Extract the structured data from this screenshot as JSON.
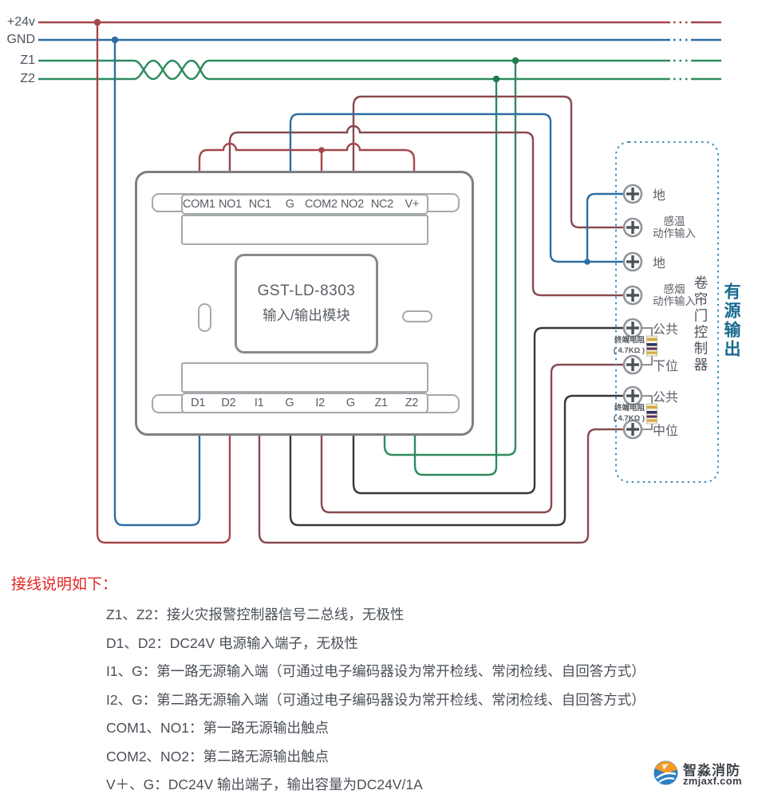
{
  "bus": {
    "labels": [
      "+24v",
      "GND",
      "Z1",
      "Z2"
    ]
  },
  "module": {
    "title_line1": "GST-LD-8303",
    "title_line2": "输入/输出模块",
    "top_terminals": [
      "COM1",
      "NO1",
      "NC1",
      "G",
      "COM2",
      "NO2",
      "NC2",
      "V+"
    ],
    "bottom_terminals": [
      "D1",
      "D2",
      "I1",
      "G",
      "I2",
      "G",
      "Z1",
      "Z2"
    ]
  },
  "controller": {
    "title": "卷帘门控制器",
    "terminals": [
      {
        "lines": [
          "地"
        ]
      },
      {
        "lines": [
          "感温",
          "动作输入"
        ]
      },
      {
        "lines": [
          "地"
        ]
      },
      {
        "lines": [
          "感烟",
          "动作输入"
        ]
      },
      {
        "lines": [
          "公共"
        ]
      },
      {
        "lines": [
          "下位"
        ]
      },
      {
        "lines": [
          "公共"
        ]
      },
      {
        "lines": [
          "中位"
        ]
      }
    ],
    "resistor": {
      "label": "终端电阻",
      "value": "( 4.7KΩ )"
    }
  },
  "side_label": "有源输出",
  "notes": {
    "title": "接线说明如下：",
    "items": [
      "Z1、Z2：接火灾报警控制器信号二总线，无极性",
      "D1、D2：DC24V 电源输入端子，无极性",
      "I1、G：第一路无源输入端（可通过电子编码器设为常开检线、常闭检线、自回答方式）",
      "I2、G：第二路无源输入端（可通过电子编码器设为常开检线、常闭检线、自回答方式）",
      "COM1、NO1：第一路无源输出触点",
      "COM2、NO2：第二路无源输出触点",
      "V＋、G：DC24V 输出端子，输出容量为DC24V/1A"
    ]
  },
  "logo": {
    "name": "智淼消防",
    "domain": "zmjaxf.com"
  },
  "colors": {
    "wire_24v_red": "#a5464c",
    "wire_maroon": "#884a4f",
    "wire_blue": "#2d6da3",
    "wire_green": "#2e8b5f",
    "wire_black": "#33383c",
    "module_border": "#7f7f7f",
    "dashed_box_blue": "#3f8fc0",
    "notes_title_red": "#e32726",
    "side_label_blue": "#176a90"
  }
}
